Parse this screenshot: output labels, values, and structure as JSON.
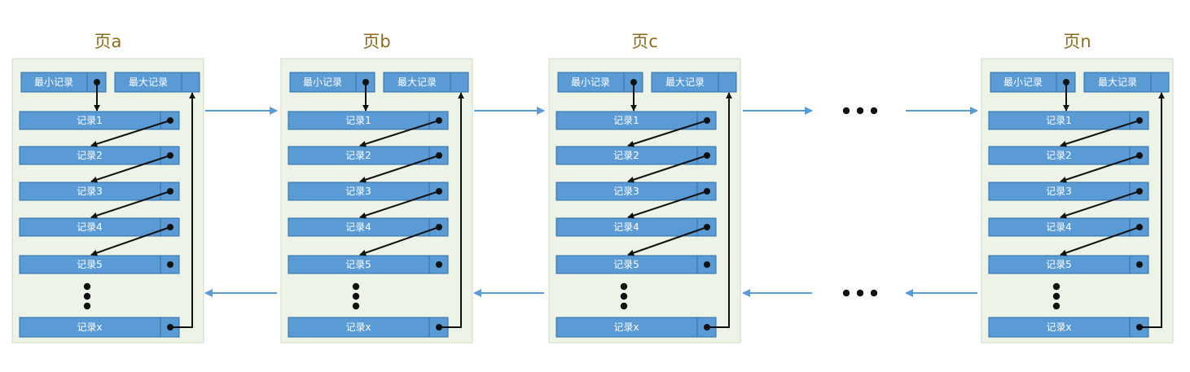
{
  "labels": {
    "min_record": "最小记录",
    "max_record": "最大记录",
    "records": [
      "记录1",
      "记录2",
      "记录3",
      "记录4",
      "记录5"
    ],
    "last_record": "记录x"
  },
  "pages": [
    {
      "title": "页a"
    },
    {
      "title": "页b"
    },
    {
      "title": "页c"
    },
    {
      "title": "页n"
    }
  ],
  "colors": {
    "record_fill": "#5b9bd5",
    "record_border": "#2f6fa8",
    "page_background": "#eef3e8",
    "page_border": "#cbdcc0",
    "title": "#8a6d1c",
    "pointer": "#111111",
    "page_link": "#5b9bd5"
  }
}
